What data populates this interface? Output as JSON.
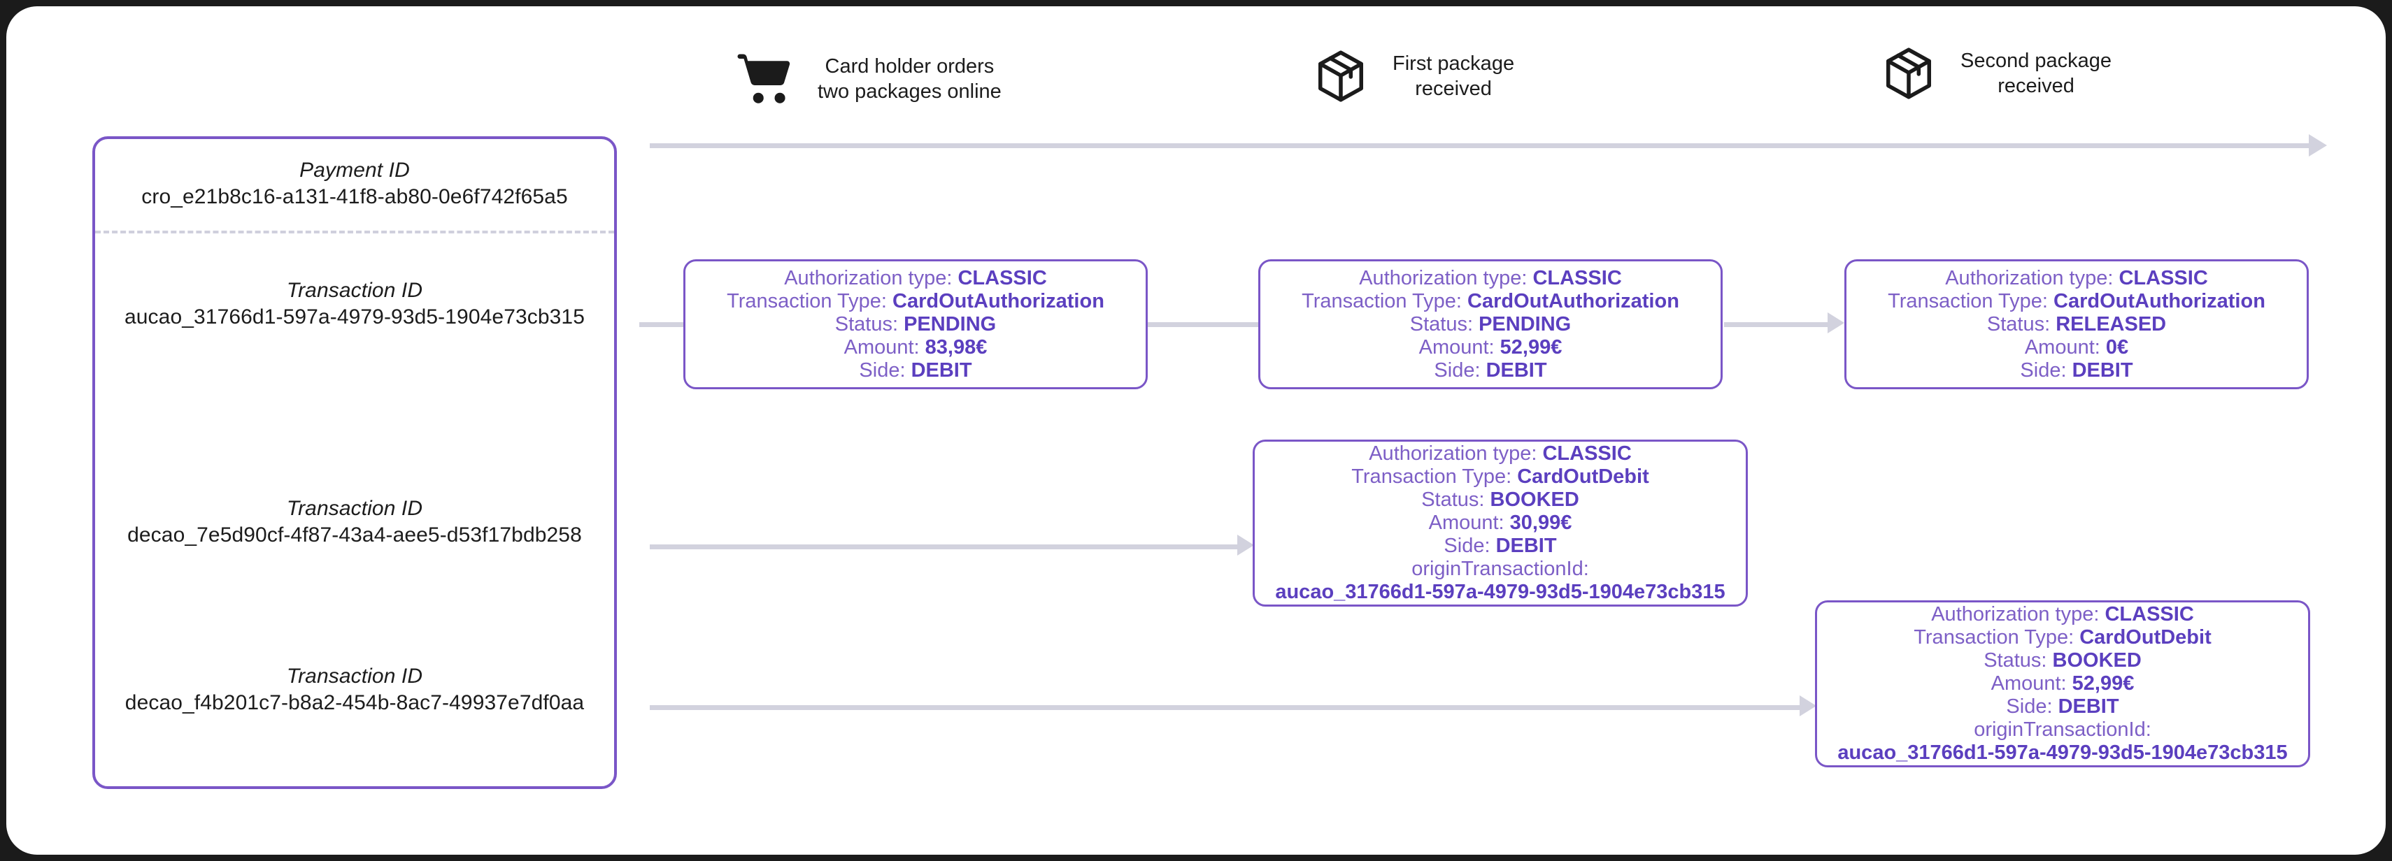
{
  "payment_panel": {
    "payment": {
      "title": "Payment ID",
      "value": "cro_e21b8c16-a131-41f8-ab80-0e6f742f65a5"
    },
    "transactions": [
      {
        "title": "Transaction ID",
        "value": "aucao_31766d1-597a-4979-93d5-1904e73cb315"
      },
      {
        "title": "Transaction ID",
        "value": "decao_7e5d90cf-4f87-43a4-aee5-d53f17bdb258"
      },
      {
        "title": "Transaction ID",
        "value": "decao_f4b201c7-b8a2-454b-8ac7-49937e7df0aa"
      }
    ]
  },
  "timeline": {
    "milestones": [
      {
        "icon": "shopping-cart-icon",
        "label": "Card holder orders\ntwo packages online"
      },
      {
        "icon": "package-box-icon",
        "label": "First package\nreceived"
      },
      {
        "icon": "package-box-icon",
        "label": "Second package\nreceived"
      }
    ]
  },
  "cards": {
    "auth_1": {
      "authorization_type_label": "Authorization type: ",
      "authorization_type_value": "CLASSIC",
      "transaction_type_label": "Transaction Type: ",
      "transaction_type_value": "CardOutAuthorization",
      "status_label": "Status: ",
      "status_value": "PENDING",
      "amount_label": "Amount: ",
      "amount_value": "83,98€",
      "side_label": "Side: ",
      "side_value": "DEBIT"
    },
    "auth_2": {
      "authorization_type_label": "Authorization type: ",
      "authorization_type_value": "CLASSIC",
      "transaction_type_label": "Transaction Type: ",
      "transaction_type_value": "CardOutAuthorization",
      "status_label": "Status: ",
      "status_value": "PENDING",
      "amount_label": "Amount: ",
      "amount_value": "52,99€",
      "side_label": "Side: ",
      "side_value": "DEBIT"
    },
    "auth_3": {
      "authorization_type_label": "Authorization type: ",
      "authorization_type_value": "CLASSIC",
      "transaction_type_label": "Transaction Type: ",
      "transaction_type_value": "CardOutAuthorization",
      "status_label": "Status: ",
      "status_value": "RELEASED",
      "amount_label": "Amount: ",
      "amount_value": "0€",
      "side_label": "Side: ",
      "side_value": "DEBIT"
    },
    "debit_1": {
      "authorization_type_label": "Authorization type: ",
      "authorization_type_value": "CLASSIC",
      "transaction_type_label": "Transaction Type: ",
      "transaction_type_value": "CardOutDebit",
      "status_label": "Status: ",
      "status_value": "BOOKED",
      "amount_label": "Amount: ",
      "amount_value": "30,99€",
      "side_label": "Side: ",
      "side_value": "DEBIT",
      "origin_label": "originTransactionId:",
      "origin_value": "aucao_31766d1-597a-4979-93d5-1904e73cb315"
    },
    "debit_2": {
      "authorization_type_label": "Authorization type: ",
      "authorization_type_value": "CLASSIC",
      "transaction_type_label": "Transaction Type: ",
      "transaction_type_value": "CardOutDebit",
      "status_label": "Status: ",
      "status_value": "BOOKED",
      "amount_label": "Amount: ",
      "amount_value": "52,99€",
      "side_label": "Side: ",
      "side_value": "DEBIT",
      "origin_label": "originTransactionId:",
      "origin_value": "aucao_31766d1-597a-4979-93d5-1904e73cb315"
    }
  },
  "colors": {
    "border_purple": "#7a56c7",
    "label_purple": "#7d5fc6",
    "value_purple": "#5b3fbf",
    "connector_gray": "#d2d2de",
    "frame_dark": "#1b1b1b"
  }
}
